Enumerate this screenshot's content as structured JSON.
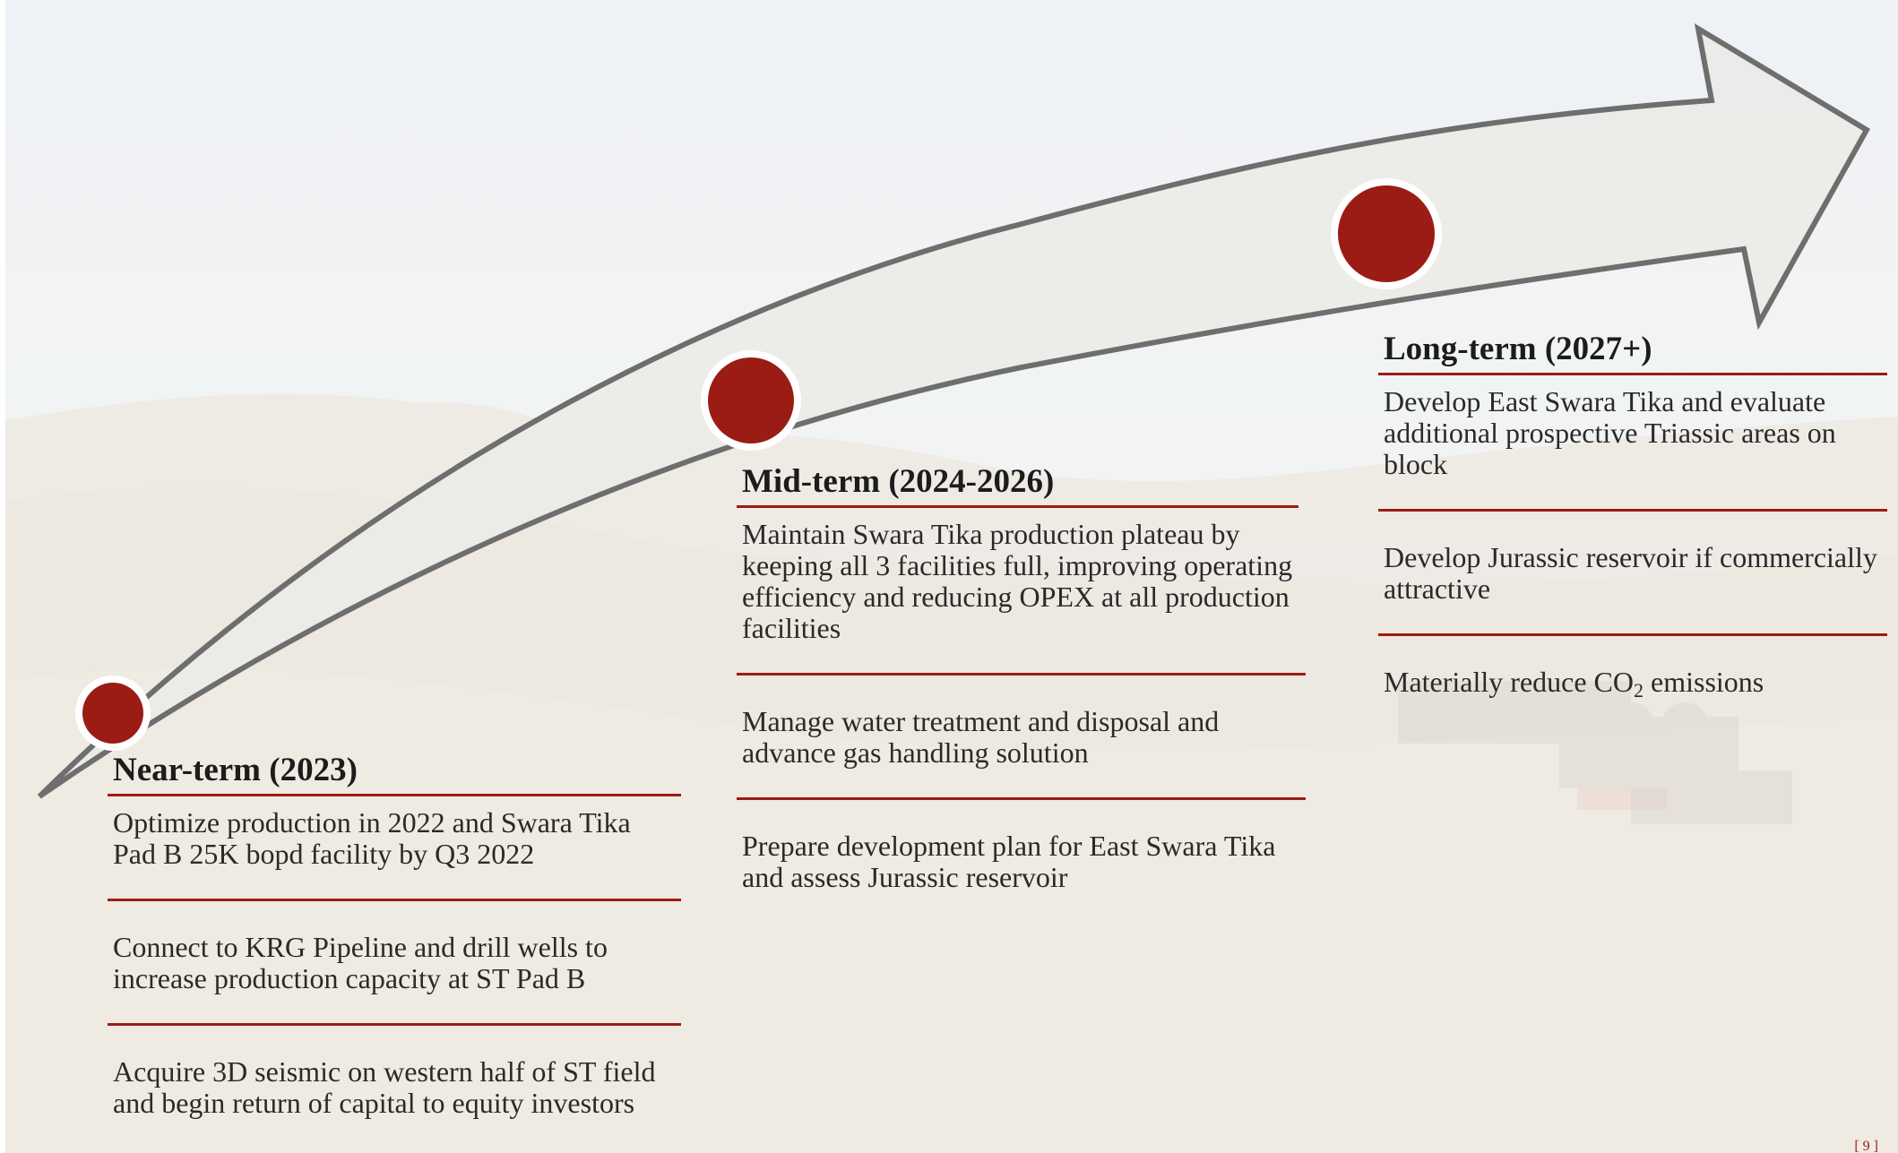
{
  "colors": {
    "accent": "#9b1c14",
    "arrow_fill": "#ebeae7",
    "arrow_stroke": "#6e6e6e",
    "text": "#2a2a2a"
  },
  "stages": [
    {
      "heading": "Near-term (2023)",
      "items": [
        "Optimize production in 2022 and Swara Tika Pad B 25K bopd facility by Q3 2022",
        "Connect to KRG Pipeline and drill wells to increase production capacity at ST Pad B",
        "Acquire 3D seismic on western half of ST field and begin return of capital to equity investors"
      ]
    },
    {
      "heading": "Mid-term (2024-2026)",
      "items": [
        "Maintain Swara Tika production plateau by keeping all 3 facilities full, improving operating efficiency and reducing OPEX at all production facilities",
        "Manage water treatment and disposal and advance gas handling solution",
        "Prepare development plan for East Swara Tika and assess Jurassic reservoir"
      ]
    },
    {
      "heading": "Long-term (2027+)",
      "items": [
        "Develop East Swara Tika and evaluate additional prospective Triassic areas on block",
        "Develop Jurassic reservoir if commercially attractive",
        "Materially reduce CO",
        "2",
        " emissions"
      ]
    }
  ],
  "page_number": "[ 9 ]"
}
